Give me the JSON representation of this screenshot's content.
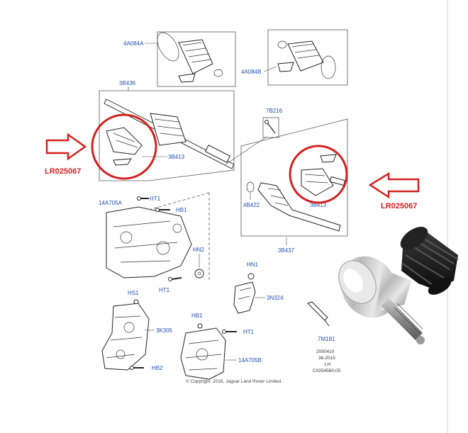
{
  "labels": {
    "boot_kit_outer": "4A084A",
    "boot_kit_inner": "4A084B",
    "halfshaft_rh": "3B436",
    "cv_joint_rh": "3B413",
    "bolt_7b216": "7B216",
    "circlip": "4B422",
    "cv_joint_lh": "3B413",
    "halfshaft_lh": "3B437",
    "bearing_bracket": "14A705A",
    "ht1_a": "HT1",
    "hb1_a": "HB1",
    "hn2": "HN2",
    "ht1_b": "HT1",
    "hn1": "HN1",
    "heat_shield": "3N324",
    "hs1": "HS1",
    "support_bracket": "3K305",
    "hb1_b": "HB1",
    "ht1_c": "HT1",
    "bracket_b": "14A705B",
    "hb2": "HB2",
    "grease": "7M181"
  },
  "part_number_left": "LR025067",
  "part_number_right": "LR025067",
  "copyright": "© Copyright, 2016, Jaguar Land Rover Limited.",
  "reference": {
    "line1": "2050410",
    "line2": "36-2015",
    "line3": "LH",
    "line4": "C0254580-05"
  },
  "colors": {
    "label_blue": "#1f4fb5",
    "highlight_red": "#d42020",
    "line_dark": "#222222"
  }
}
